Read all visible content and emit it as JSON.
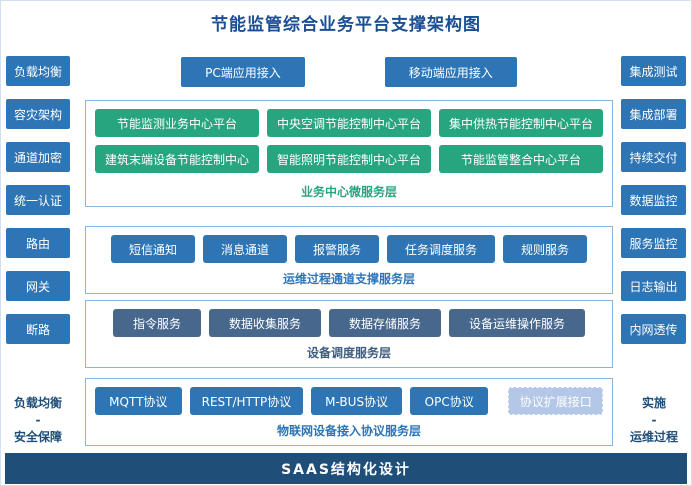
{
  "title": "节能监管综合业务平台支撑架构图",
  "colors": {
    "rail_blue": "#2e75b6",
    "green": "#27a57f",
    "slate": "#47688c",
    "dark_blue": "#1f4e79",
    "light_blue_fill": "#b4c7e7",
    "container_border": "#8ab4d8"
  },
  "left_sidebar": {
    "items": [
      "负载均衡",
      "容灾架构",
      "通道加密",
      "统一认证",
      "路由",
      "网关",
      "断路"
    ],
    "footer": [
      "负载均衡",
      "-",
      "安全保障"
    ]
  },
  "right_sidebar": {
    "items": [
      "集成测试",
      "集成部署",
      "持续交付",
      "数据监控",
      "服务监控",
      "日志输出",
      "内网透传"
    ],
    "footer": [
      "实施",
      "-",
      "运维过程"
    ]
  },
  "access_buttons": [
    "PC端应用接入",
    "移动端应用接入"
  ],
  "layers": {
    "business": {
      "rows": [
        [
          "节能监测业务中心平台",
          "中央空调节能控制中心平台",
          "集中供热节能控制中心平台"
        ],
        [
          "建筑末端设备节能控制中心",
          "智能照明节能控制中心平台",
          "节能监管整合中心平台"
        ]
      ],
      "label": "业务中心微服务层"
    },
    "channel": {
      "items": [
        "短信通知",
        "消息通道",
        "报警服务",
        "任务调度服务",
        "规则服务"
      ],
      "label": "运维过程通道支撑服务层"
    },
    "device": {
      "items": [
        "指令服务",
        "数据收集服务",
        "数据存储服务",
        "设备运维操作服务"
      ],
      "label": "设备调度服务层"
    },
    "iot": {
      "items": [
        "MQTT协议",
        "REST/HTTP协议",
        "M-BUS协议",
        "OPC协议"
      ],
      "extension": "协议扩展接口",
      "label": "物联网设备接入协议服务层"
    }
  },
  "bottom_bar": "SAAS结构化设计"
}
